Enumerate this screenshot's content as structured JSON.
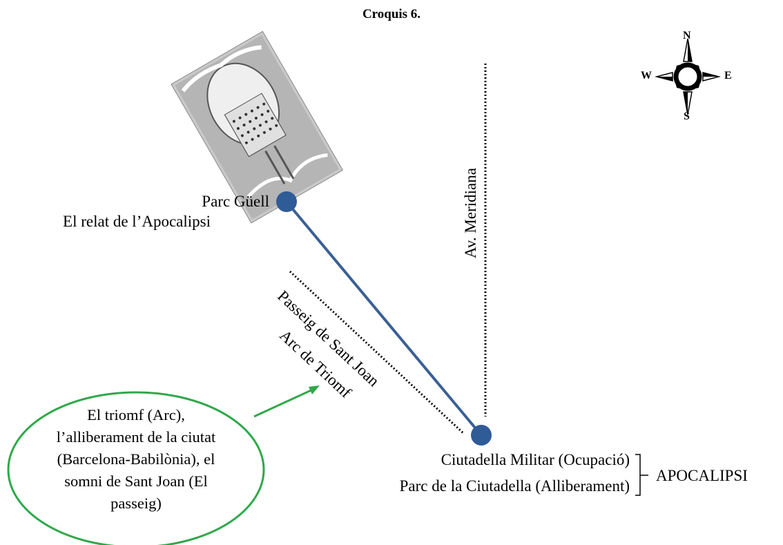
{
  "title": "Croquis 6.",
  "compass": {
    "n": "N",
    "s": "S",
    "e": "E",
    "w": "W"
  },
  "labels": {
    "parc_guell": "Parc Güell",
    "relat": "El relat de l’Apocalipsi",
    "meridiana": "Av. Meridiana",
    "passeig": "Passeig de Sant Joan",
    "arc": "Arc de Triomf",
    "ciutadella_militar": "Ciutadella Militar (Ocupació)",
    "parc_ciutadella": "Parc de la Ciutadella (Alliberament)",
    "apocalipsi": "APOCALIPSI"
  },
  "oval_lines": [
    "El triomf (Arc),",
    "l’alliberament de la ciutat",
    "(Barcelona-Babilònia), el",
    "somni de Sant Joan (El",
    "passeig)"
  ],
  "colors": {
    "route": "#3a5f94",
    "node": "#2f5b97",
    "oval": "#2ea84a"
  }
}
